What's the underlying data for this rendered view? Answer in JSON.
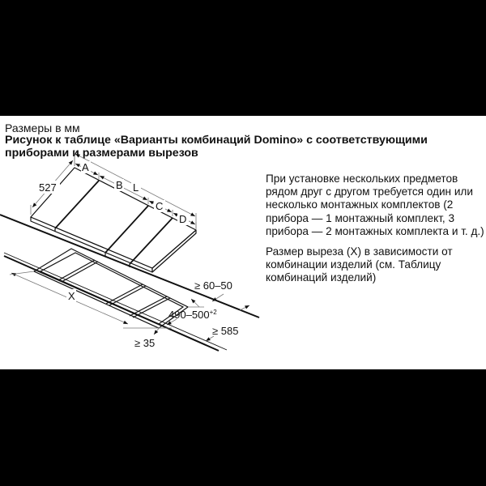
{
  "header": {
    "units": "Размеры в мм",
    "title": "Рисунок к таблице «Варианты комбинаций Domino» с соответствующими приборами и размерами вырезов"
  },
  "notes": [
    "При установке нескольких предметов рядом друг с другом требуется один или несколько монтажных комплектов (2 прибора — 1 монтажный комплект, 3 прибора — 2 монтажных комплекта и т. д.)",
    "Размер выреза (X) в зависимости от комбинации изделий (см. Таблицу комбинаций изделий)"
  ],
  "diagram": {
    "labels": {
      "depth": "527",
      "a": "A",
      "b": "B",
      "c": "C",
      "d": "D",
      "total_length": "L",
      "cutout_width": "X",
      "rear_gap": "≥ 60–50",
      "cutout_depth": "490–500",
      "cutout_depth_tolerance": "+2",
      "front_gap": "≥ 35",
      "worktop_depth": "≥ 585"
    },
    "colors": {
      "line": "#111111",
      "dim_line": "#777777",
      "background": "#ffffff",
      "frame": "#000000"
    }
  }
}
